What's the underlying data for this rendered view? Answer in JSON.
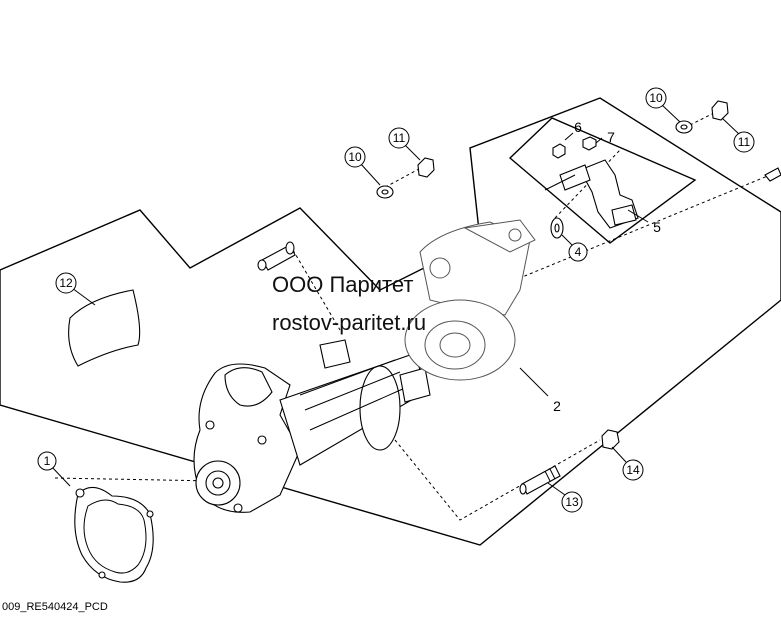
{
  "diagram": {
    "figure_code": "009_RE540424_PCD",
    "watermark": {
      "company": "ООО Паритет",
      "website": "rostov-paritet.ru"
    },
    "callouts": [
      {
        "id": "c1",
        "label": "1"
      },
      {
        "id": "c2",
        "label": "2"
      },
      {
        "id": "c4",
        "label": "4"
      },
      {
        "id": "c5",
        "label": "5"
      },
      {
        "id": "c6",
        "label": "6"
      },
      {
        "id": "c7",
        "label": "7"
      },
      {
        "id": "c10a",
        "label": "10"
      },
      {
        "id": "c10b",
        "label": "10"
      },
      {
        "id": "c11a",
        "label": "11"
      },
      {
        "id": "c11b",
        "label": "11"
      },
      {
        "id": "c12",
        "label": "12"
      },
      {
        "id": "c13",
        "label": "13"
      },
      {
        "id": "c14",
        "label": "14"
      }
    ]
  }
}
